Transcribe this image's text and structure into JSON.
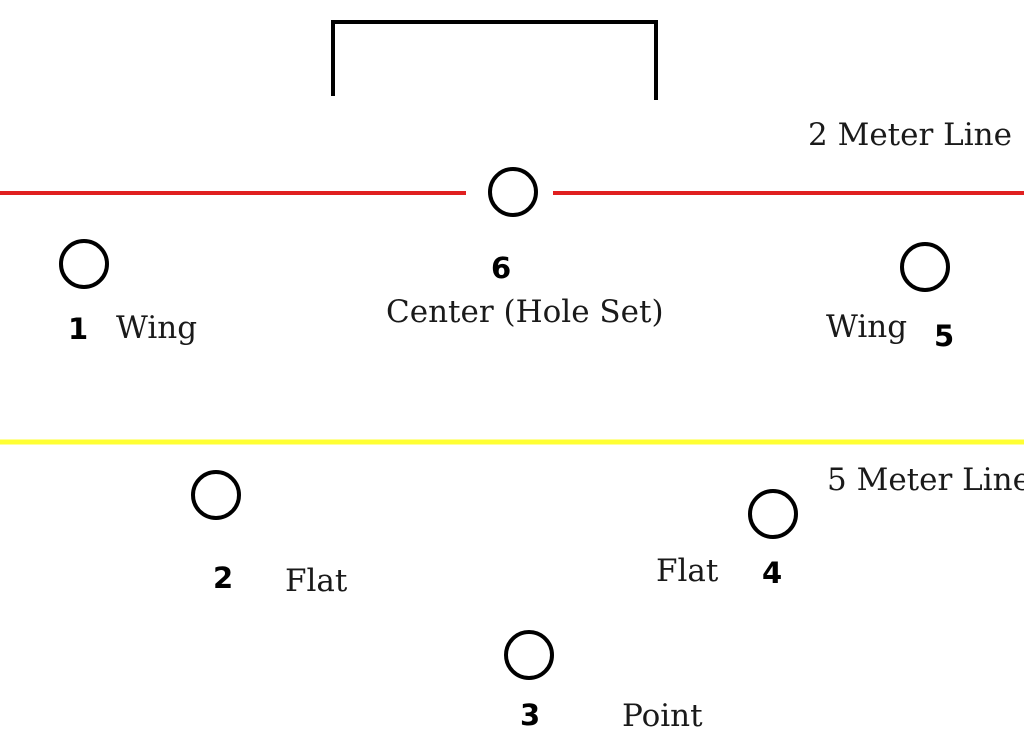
{
  "diagram": {
    "lines": {
      "two_meter": {
        "label": "2 Meter Line",
        "color": "#e02020"
      },
      "five_meter": {
        "label": "5 Meter Line",
        "color": "#ffff33"
      }
    },
    "goal": {
      "color": "#000000"
    },
    "players": [
      {
        "number": "1",
        "role": "Wing"
      },
      {
        "number": "2",
        "role": "Flat"
      },
      {
        "number": "3",
        "role": "Point"
      },
      {
        "number": "4",
        "role": "Flat"
      },
      {
        "number": "5",
        "role": "Wing"
      },
      {
        "number": "6",
        "role": "Center (Hole Set)"
      }
    ]
  }
}
